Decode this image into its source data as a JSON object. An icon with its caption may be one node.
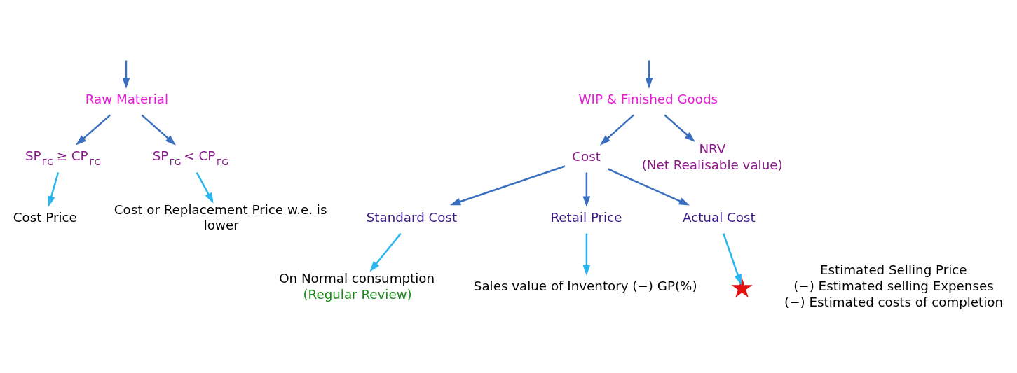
{
  "diagram": {
    "nodes": [
      {
        "text": [
          "Raw Material"
        ]
      },
      {
        "text": [
          "WIP & Finished Goods"
        ]
      },
      {
        "text": [
          "SP$_{FG}$ ≥ CP$_{FG}$"
        ]
      },
      {
        "text": [
          "SP$_{FG}$ < CP$_{FG}$"
        ]
      },
      {
        "text": [
          "Cost Price"
        ]
      },
      {
        "text": [
          "Cost or Replacement Price w.e. is lower"
        ]
      },
      {
        "text": [
          "Cost"
        ]
      },
      {
        "text": [
          "NRV",
          "(Net Realisable value)"
        ]
      },
      {
        "text": [
          "Standard Cost"
        ]
      },
      {
        "text": [
          "Retail Price"
        ]
      },
      {
        "text": [
          "Actual Cost"
        ]
      },
      {
        "text": [
          "On Normal consumption",
          "(Regular Review)"
        ]
      },
      {
        "text": [
          "Sales value of Inventory (−) GP(%)"
        ]
      },
      {
        "text": [],
        "shape": "star"
      },
      {
        "text": [
          "Estimated Selling Price",
          "(−) Estimated selling Expenses",
          "(−) Estimated costs of completion"
        ]
      }
    ],
    "edges": [
      {
        "from": null,
        "to": 0,
        "arrow": "to"
      },
      {
        "from": null,
        "to": 1,
        "arrow": "to"
      },
      {
        "from": 0,
        "to": 2,
        "arrow": "to"
      },
      {
        "from": 0,
        "to": 3,
        "arrow": "to"
      },
      {
        "from": 2,
        "to": 4,
        "arrow": "to",
        "color": "#29b6f0"
      },
      {
        "from": 3,
        "to": 5,
        "arrow": "to",
        "color": "#29b6f0"
      },
      {
        "from": 1,
        "to": 6,
        "arrow": "to"
      },
      {
        "from": 1,
        "to": 7,
        "arrow": "to"
      },
      {
        "from": 6,
        "to": 8,
        "arrow": "to"
      },
      {
        "from": 6,
        "to": 9,
        "arrow": "to"
      },
      {
        "from": 6,
        "to": 10,
        "arrow": "to"
      },
      {
        "from": 8,
        "to": 11,
        "arrow": "to",
        "color": "#29b6f0"
      },
      {
        "from": 9,
        "to": 12,
        "arrow": "to",
        "color": "#29b6f0"
      },
      {
        "from": 10,
        "to": 13,
        "arrow": "to",
        "color": "#29b6f0"
      }
    ]
  }
}
